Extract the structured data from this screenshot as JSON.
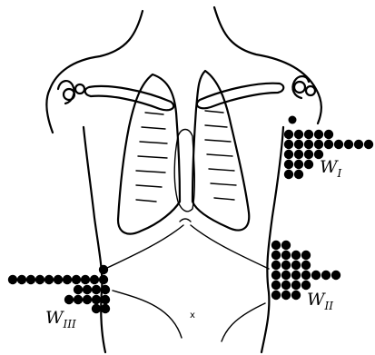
{
  "labels": {
    "w1": {
      "main": "W",
      "sub": "I"
    },
    "w2": {
      "main": "W",
      "sub": "II"
    },
    "w3": {
      "main": "W",
      "sub": "III"
    },
    "center_mark": "x"
  },
  "colors": {
    "ink": "#000000",
    "background": "#ffffff"
  }
}
